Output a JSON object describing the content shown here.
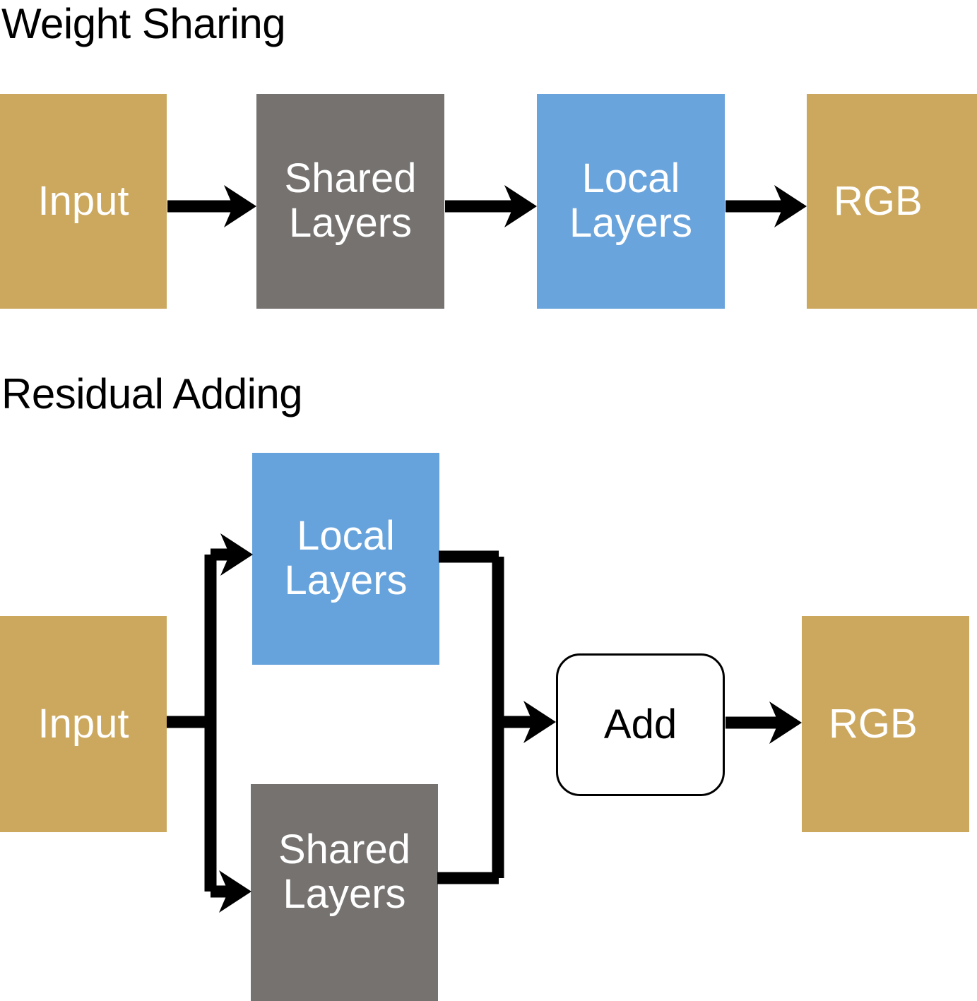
{
  "diagram": {
    "background": "#ffffff",
    "stroke_color": "#000000",
    "palette": {
      "gold": "#cca85e",
      "gray": "#767270",
      "blue": "#6aa4dc",
      "blue_alt": "#66a3dc",
      "white": "#ffffff",
      "black": "#000000"
    },
    "sections": [
      {
        "id": "weight-sharing",
        "title": "Weight Sharing",
        "type": "linear-pipeline",
        "nodes": [
          {
            "id": "ws-input",
            "label": "Input",
            "color": "#cca85e",
            "shape": "rect"
          },
          {
            "id": "ws-shared",
            "label": "Shared\nLayers",
            "line1": "Shared",
            "line2": "Layers",
            "color": "#767270",
            "shape": "rect"
          },
          {
            "id": "ws-local",
            "label": "Local\nLayers",
            "line1": "Local",
            "line2": "Layers",
            "color": "#6aa4dc",
            "shape": "rect"
          },
          {
            "id": "ws-rgb",
            "label": "RGB",
            "color": "#cca85e",
            "shape": "rect"
          }
        ],
        "edges": [
          {
            "from": "ws-input",
            "to": "ws-shared",
            "style": "arrow"
          },
          {
            "from": "ws-shared",
            "to": "ws-local",
            "style": "arrow"
          },
          {
            "from": "ws-local",
            "to": "ws-rgb",
            "style": "arrow"
          }
        ]
      },
      {
        "id": "residual-adding",
        "title": "Residual Adding",
        "type": "branch-merge",
        "nodes": [
          {
            "id": "ra-input",
            "label": "Input",
            "color": "#cca85e",
            "shape": "rect"
          },
          {
            "id": "ra-local",
            "label": "Local\nLayers",
            "line1": "Local",
            "line2": "Layers",
            "color": "#66a3dc",
            "shape": "rect"
          },
          {
            "id": "ra-shared",
            "label": "Shared\nLayers",
            "line1": "Shared",
            "line2": "Layers",
            "color": "#767270",
            "shape": "rect"
          },
          {
            "id": "ra-add",
            "label": "Add",
            "color": "#ffffff",
            "shape": "rounded-rect"
          },
          {
            "id": "ra-rgb",
            "label": "RGB",
            "color": "#cca85e",
            "shape": "rect"
          }
        ],
        "edges": [
          {
            "from": "ra-input",
            "to": "ra-local",
            "style": "elbow-arrow",
            "route": "up"
          },
          {
            "from": "ra-input",
            "to": "ra-shared",
            "style": "elbow-arrow",
            "route": "down"
          },
          {
            "from": "ra-local",
            "to": "ra-add",
            "style": "elbow",
            "route": "down"
          },
          {
            "from": "ra-shared",
            "to": "ra-add",
            "style": "elbow",
            "route": "up"
          },
          {
            "from": "ra-add",
            "to": "ra-rgb",
            "style": "arrow"
          }
        ]
      }
    ]
  }
}
